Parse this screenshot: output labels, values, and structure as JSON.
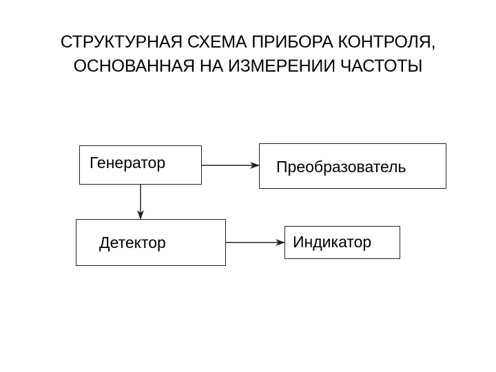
{
  "slide": {
    "title_line1": "СТРУКТУРНАЯ СХЕМА ПРИБОРА КОНТРОЛЯ,",
    "title_line2": "ОСНОВАННАЯ НА ИЗМЕРЕНИИ ЧАСТОТЫ"
  },
  "diagram": {
    "blocks": {
      "generator": "Генератор",
      "converter": "Преобразователь",
      "detector": "Детектор",
      "indicator": "Индикатор"
    },
    "connections": [
      {
        "from": "generator",
        "to": "converter"
      },
      {
        "from": "generator",
        "to": "detector"
      },
      {
        "from": "detector",
        "to": "indicator"
      }
    ],
    "colors": {
      "line": "#222222",
      "background": "#ffffff"
    }
  }
}
